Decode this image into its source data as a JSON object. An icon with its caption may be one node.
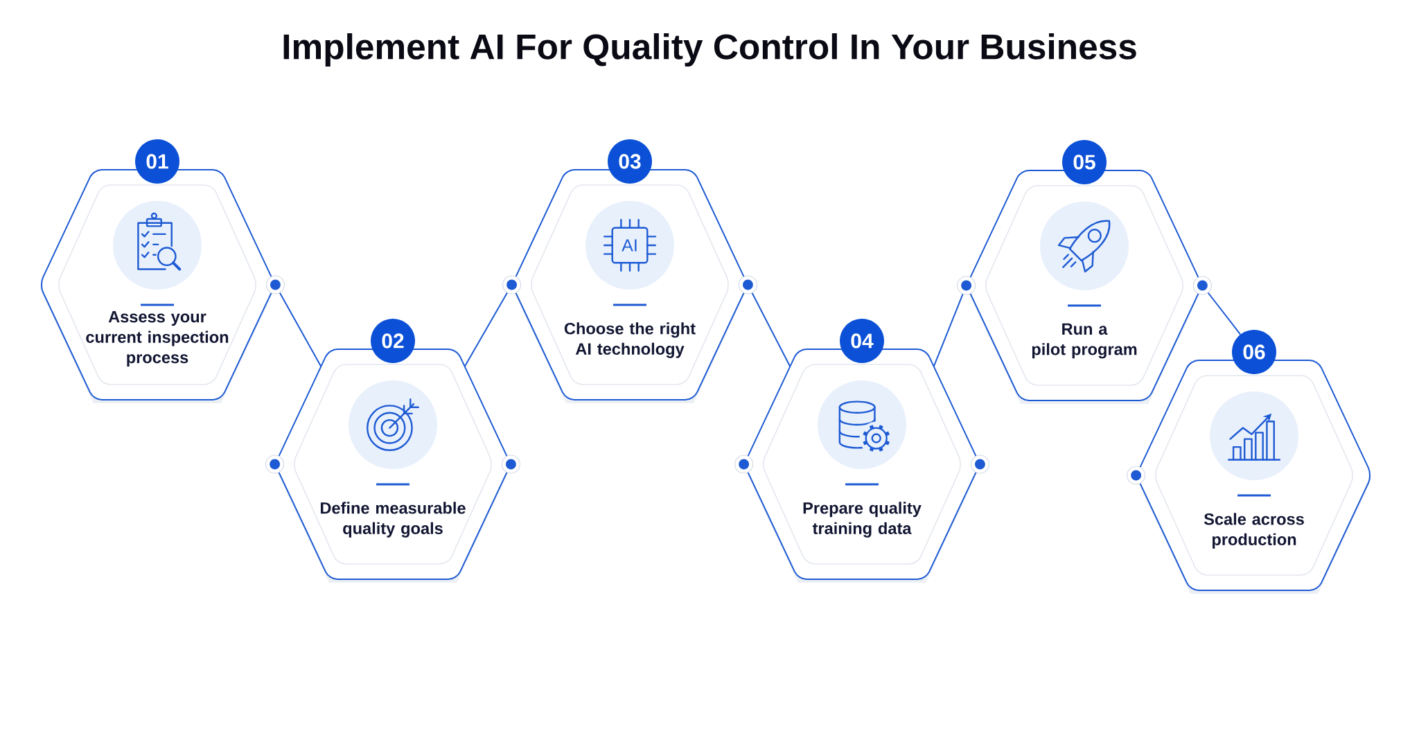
{
  "diagram": {
    "title": "Implement AI For Quality Control In Your Business",
    "nodes": [
      {
        "text": [
          "01",
          "Assess your current inspection process"
        ]
      },
      {
        "text": [
          "02",
          "Define measurable quality goals"
        ]
      },
      {
        "text": [
          "03",
          "Choose the right AI technology"
        ]
      },
      {
        "text": [
          "04",
          "Prepare quality training data"
        ]
      },
      {
        "text": [
          "05",
          "Run a pilot program"
        ]
      },
      {
        "text": [
          "06",
          "Scale across production"
        ]
      }
    ],
    "edges": [
      {
        "from": 0,
        "to": 1,
        "arrow": "other"
      },
      {
        "from": 1,
        "to": 2,
        "arrow": "other"
      },
      {
        "from": 2,
        "to": 3,
        "arrow": "other"
      },
      {
        "from": 3,
        "to": 4,
        "arrow": "other"
      },
      {
        "from": 4,
        "to": 5,
        "arrow": "other"
      }
    ],
    "labels": [
      "AI"
    ]
  }
}
